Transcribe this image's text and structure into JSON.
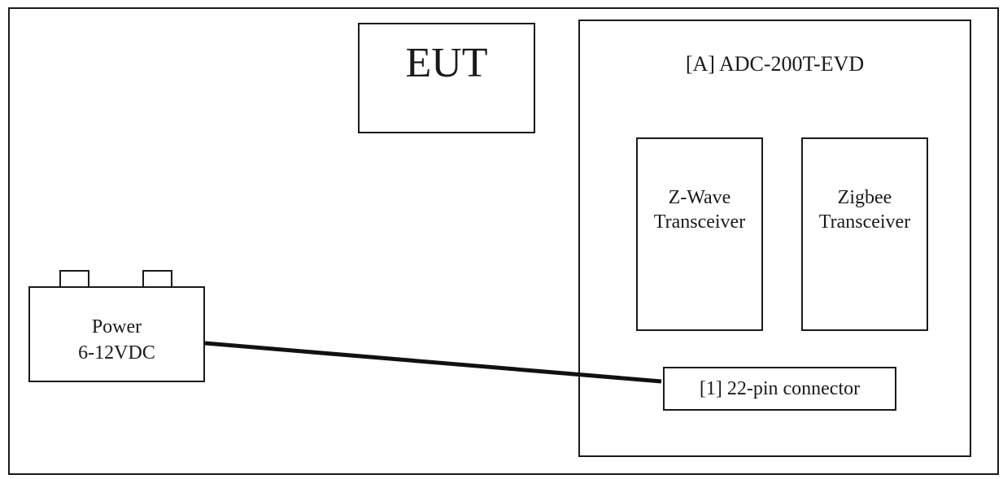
{
  "diagram": {
    "eut_label": "EUT",
    "device": {
      "label": "[A] ADC-200T-EVD",
      "modules": [
        {
          "line1": "Z-Wave",
          "line2": "Transceiver"
        },
        {
          "line1": "Zigbee",
          "line2": "Transceiver"
        }
      ],
      "connector_label": "[1] 22-pin connector"
    },
    "power": {
      "line1": "Power",
      "line2": "6-12VDC"
    }
  }
}
